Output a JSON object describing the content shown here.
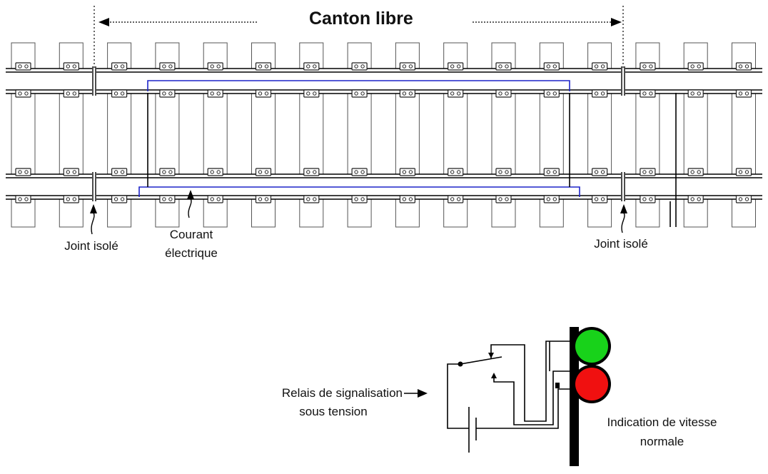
{
  "title": "Canton libre",
  "labels": {
    "joint_left": "Joint isolé",
    "joint_right": "Joint isolé",
    "current_line1": "Courant",
    "current_line2": "électrique",
    "relay_line1": "Relais de signalisation",
    "relay_line2": "sous tension",
    "indication_line1": "Indication de vitesse",
    "indication_line2": "normale"
  },
  "colors": {
    "track": "#000000",
    "sleeper_outline": "#555555",
    "current": "#1d24c9",
    "signal_green": "#18d21a",
    "signal_red": "#f01010"
  },
  "signal_lights": [
    {
      "name": "green-light",
      "state": "on",
      "color": "green"
    },
    {
      "name": "red-light",
      "state": "on",
      "color": "red"
    }
  ]
}
